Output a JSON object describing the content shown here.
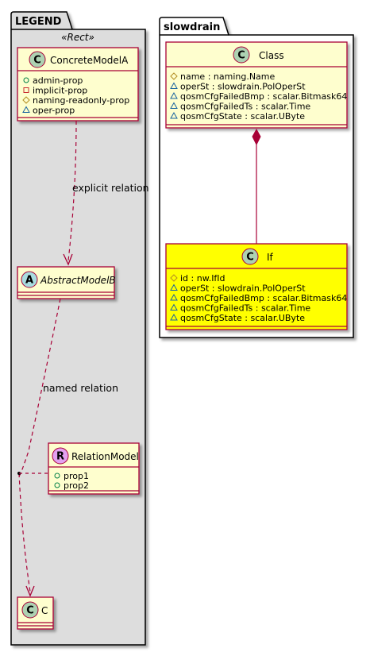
{
  "legend": {
    "title": "LEGEND",
    "stereotype": "«Rect»",
    "concrete": {
      "glyph": "C",
      "name": "ConcreteModelA",
      "members": [
        {
          "vis": "public",
          "text": "admin-prop"
        },
        {
          "vis": "private",
          "text": "implicit-prop"
        },
        {
          "vis": "protected",
          "text": "naming-readonly-prop"
        },
        {
          "vis": "package",
          "text": "oper-prop"
        }
      ]
    },
    "explicit_label": "explicit relation",
    "abstract": {
      "glyph": "A",
      "name": "AbstractModelB"
    },
    "named_label": "named relation",
    "relation": {
      "glyph": "R",
      "name": "RelationModel",
      "members": [
        {
          "vis": "public",
          "text": "prop1"
        },
        {
          "vis": "public",
          "text": "prop2"
        }
      ]
    },
    "c": {
      "glyph": "C",
      "name": "C"
    }
  },
  "slowdrain": {
    "title": "slowdrain",
    "class": {
      "glyph": "C",
      "name": "Class",
      "members": [
        {
          "vis": "protected",
          "text": "name : naming.Name"
        },
        {
          "vis": "package",
          "text": "operSt : slowdrain.PolOperSt"
        },
        {
          "vis": "package",
          "text": "qosmCfgFailedBmp : scalar.Bitmask64"
        },
        {
          "vis": "package",
          "text": "qosmCfgFailedTs : scalar.Time"
        },
        {
          "vis": "package",
          "text": "qosmCfgState : scalar.UByte"
        }
      ]
    },
    "if": {
      "glyph": "C",
      "name": "If",
      "members": [
        {
          "vis": "protected",
          "text": "id : nw.IfId"
        },
        {
          "vis": "package",
          "text": "operSt : slowdrain.PolOperSt"
        },
        {
          "vis": "package",
          "text": "qosmCfgFailedBmp : scalar.Bitmask64"
        },
        {
          "vis": "package",
          "text": "qosmCfgFailedTs : scalar.Time"
        },
        {
          "vis": "package",
          "text": "qosmCfgState : scalar.UByte"
        }
      ]
    }
  },
  "colors": {
    "package_bg": "#dddddd",
    "class_bg": "#fefece",
    "highlight_bg": "#ffff00",
    "border": "#a80036",
    "glyph_c": "#add1b2",
    "glyph_a": "#a9dcdf",
    "glyph_r": "#e3a1f0"
  }
}
